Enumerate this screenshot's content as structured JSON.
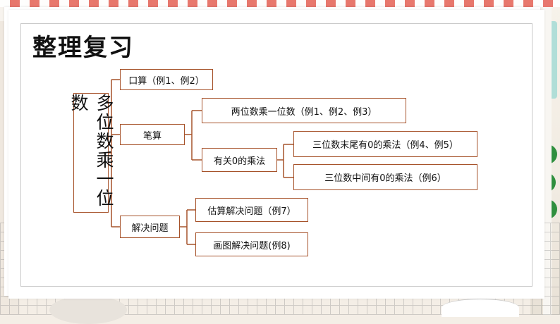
{
  "title": "整理复习",
  "root": "多位数乘一位数",
  "nodes": {
    "koushuan": "口算（例1、例2）",
    "bisuan": "笔算",
    "liangwei": "两位数乘一位数（例1、例2、例3）",
    "youguan0": "有关0的乘法",
    "moweiling": "三位数末尾有0的乘法（例4、例5）",
    "zhongjianling": "三位数中间有0的乘法（例6）",
    "jiejue": "解决问题",
    "gusuan": "估算解决问题（例7）",
    "huatu": "画图解决问题(例8)"
  },
  "colors": {
    "connector": "#a6522a"
  }
}
